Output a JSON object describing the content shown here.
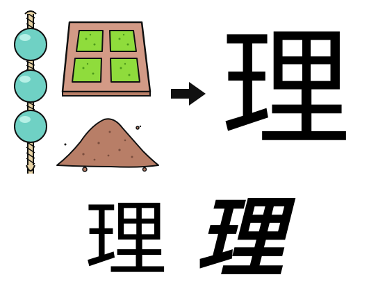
{
  "composition": {
    "characters": {
      "modern": "理",
      "print": "理",
      "brush": "理"
    },
    "icons": {
      "jade": "jade-beads-icon",
      "field": "rice-field-icon",
      "soil": "soil-pile-icon",
      "arrow": "right-arrow-icon"
    },
    "colors": {
      "jade_bead": "#6fd1c4",
      "jade_bead_highlight": "#b6f0e6",
      "cord": "#e8d3a4",
      "field_frame": "#d39a86",
      "field_grass": "#8fdc3c",
      "soil": "#b87e67",
      "outline": "#111111"
    }
  }
}
